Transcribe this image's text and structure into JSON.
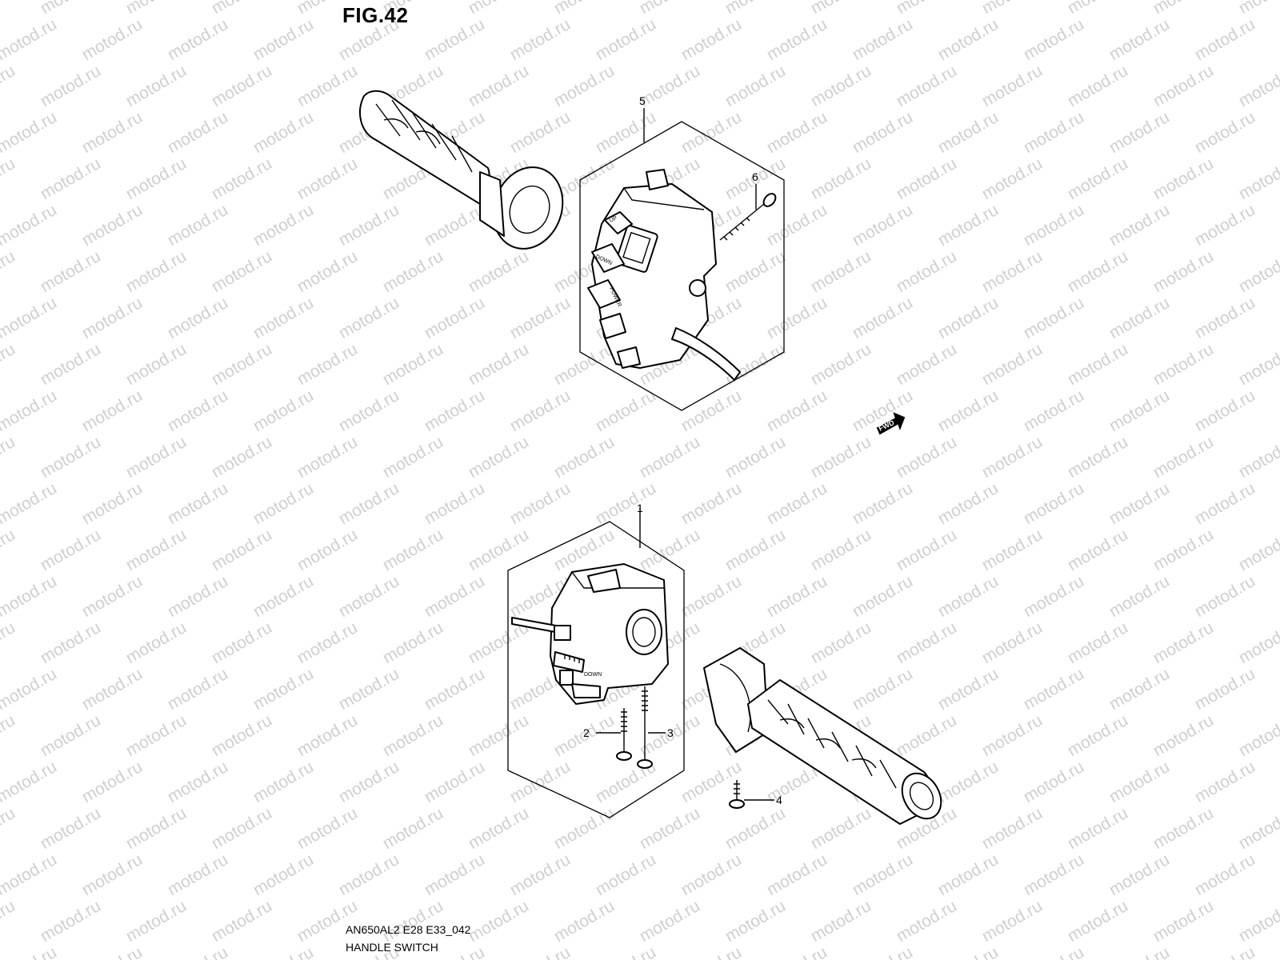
{
  "figure": {
    "title": "FIG.42",
    "code": "AN650AL2 E28 E33_042",
    "name": "HANDLE SWITCH"
  },
  "watermark": "motod.ru",
  "callouts": [
    "1",
    "2",
    "3",
    "4",
    "5",
    "6"
  ],
  "direction_badge": "FWD",
  "switch_labels": {
    "up": "UP",
    "down": "DOWN",
    "power": "POWER",
    "down_left": "DOWN"
  },
  "colors": {
    "line": "#000000",
    "background": "#ffffff",
    "watermark": "#cfcfcf"
  }
}
